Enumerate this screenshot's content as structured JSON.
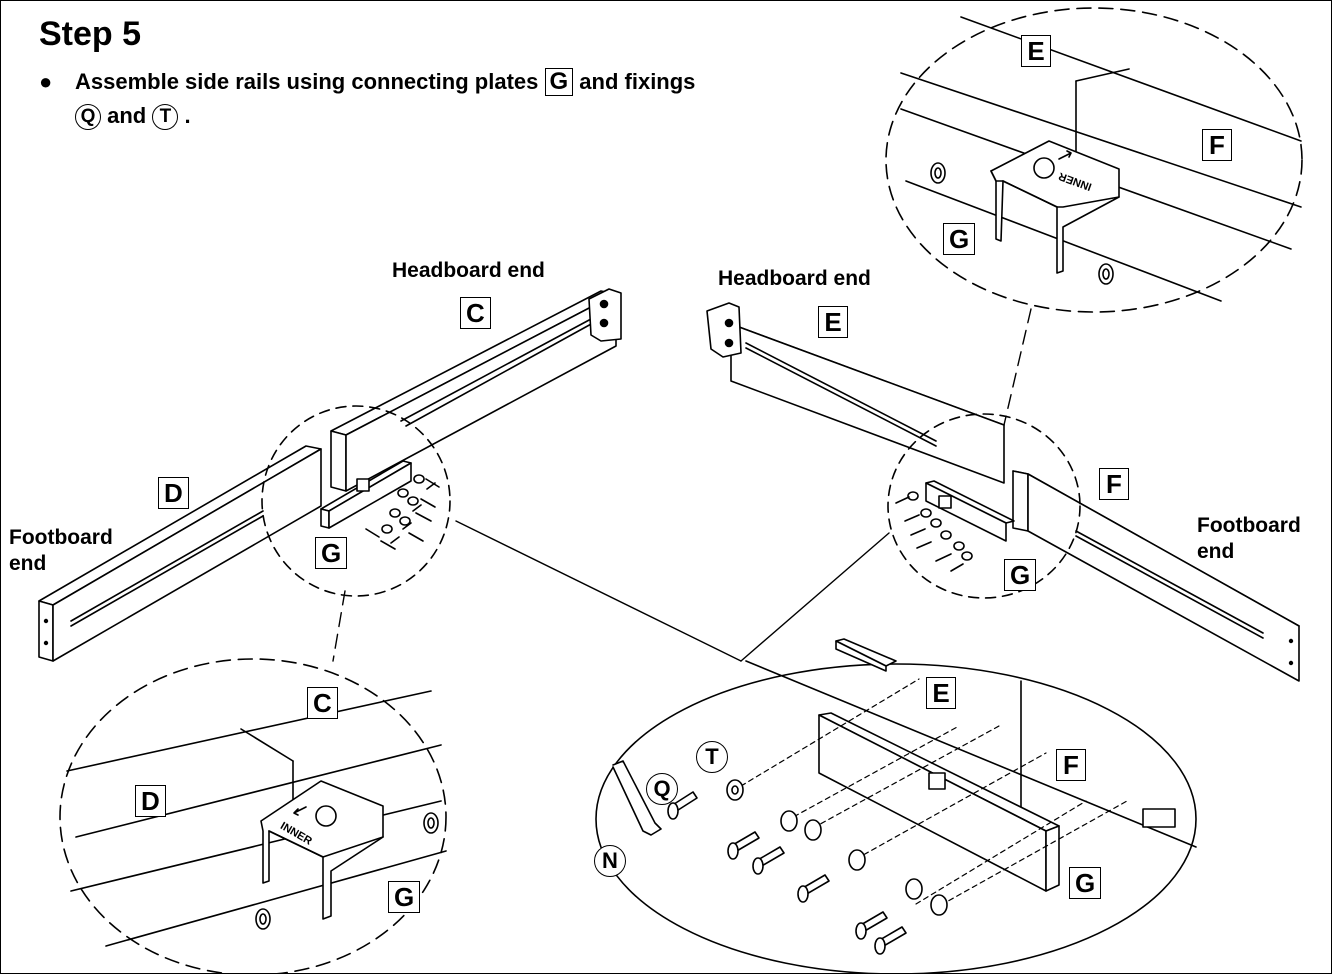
{
  "step_title": "Step 5",
  "instruction": {
    "bullet": "●",
    "part1": "Assemble side rails using connecting plates",
    "plate_label": "G",
    "part2": "and fixings",
    "fixing_q": "Q",
    "and_text": "and",
    "fixing_t": "T",
    "end_punct": "."
  },
  "labels": {
    "headboard_end": "Headboard end",
    "footboard": "Footboard",
    "end": "end"
  },
  "parts": {
    "C": "C",
    "D": "D",
    "E": "E",
    "F": "F",
    "G": "G"
  },
  "fixings": {
    "Q": "Q",
    "T": "T",
    "N": "N"
  },
  "plate_text": "INNER"
}
